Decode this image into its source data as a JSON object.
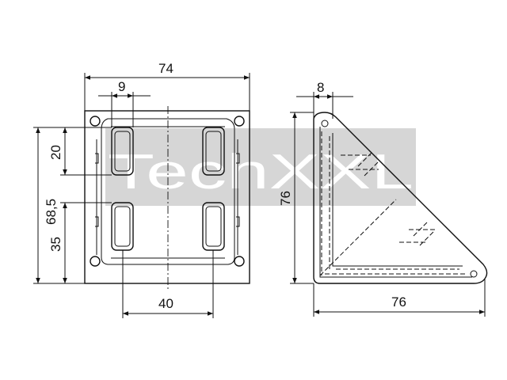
{
  "watermark": {
    "text": "TechXXL",
    "color": "#d6d6d6"
  },
  "front_view": {
    "dim_width": "74",
    "dim_slot_width": "9",
    "dim_slot_height": "20",
    "dim_total_height": "68,5",
    "dim_lower_height": "35",
    "dim_slot_spacing": "40"
  },
  "side_view": {
    "dim_thickness": "8",
    "dim_height": "76",
    "dim_base": "76"
  },
  "colors": {
    "line": "#111111",
    "background": "#ffffff",
    "watermark_band": "#d6d6d6"
  }
}
